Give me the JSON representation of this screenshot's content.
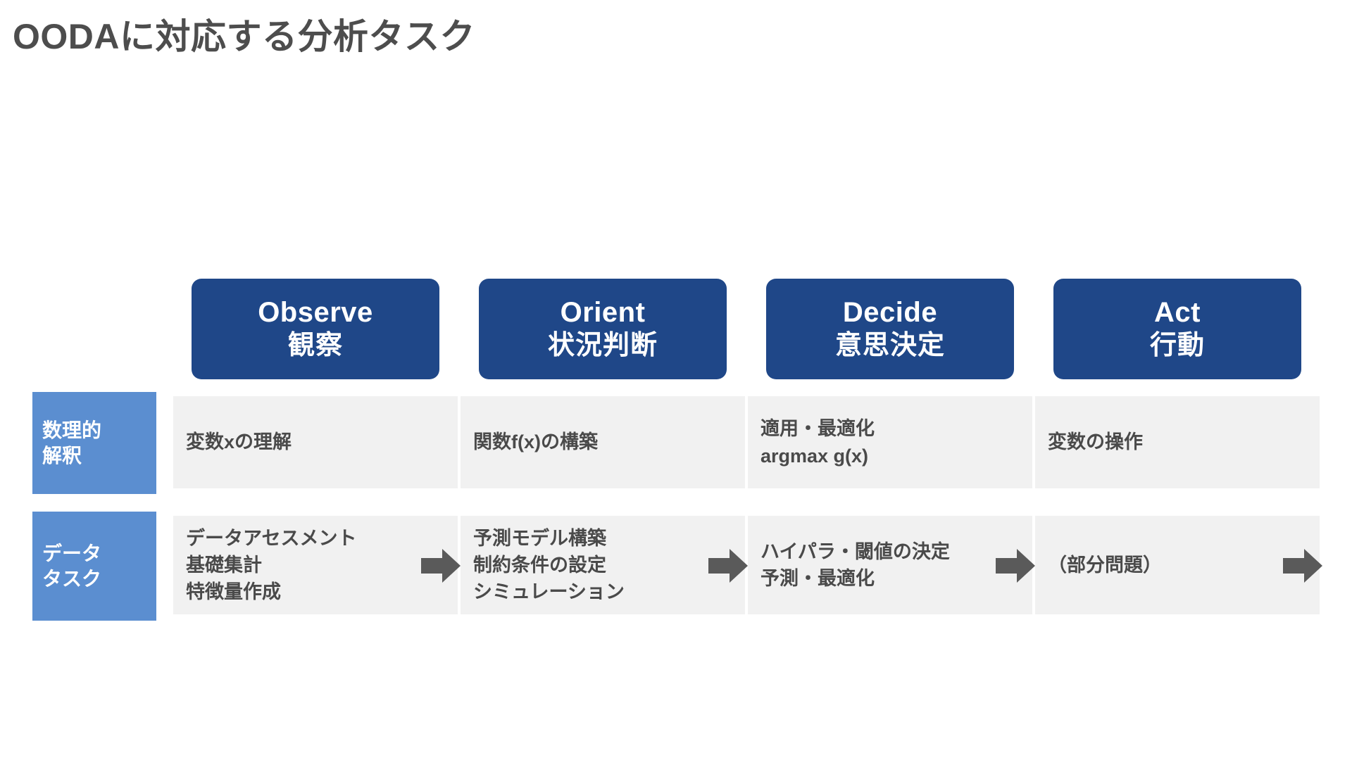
{
  "slide": {
    "title": "OODAに対応する分析タスク",
    "colors": {
      "header_blue": "#1f4788",
      "label_blue": "#5b8ed0",
      "cell_gray": "#f1f1f1",
      "arrow_gray": "#5a5a5a",
      "text_gray": "#4a4a4a",
      "background": "#ffffff"
    }
  },
  "phases": [
    {
      "en": "Observe",
      "ja": "観察"
    },
    {
      "en": "Orient",
      "ja": "状況判断"
    },
    {
      "en": "Decide",
      "ja": "意思決定"
    },
    {
      "en": "Act",
      "ja": "行動"
    }
  ],
  "rows": [
    {
      "label": "数理的\n解釈",
      "label_lines": [
        "数理的",
        "解釈"
      ],
      "cells": [
        {
          "lines": [
            "変数xの理解"
          ]
        },
        {
          "lines": [
            "関数f(x)の構築"
          ]
        },
        {
          "lines": [
            "適用・最適化",
            "argmax g(x)"
          ]
        },
        {
          "lines": [
            "変数の操作"
          ]
        }
      ],
      "arrows": false
    },
    {
      "label": "データ\nタスク",
      "label_lines": [
        "データ",
        "タスク"
      ],
      "cells": [
        {
          "lines": [
            "データアセスメント",
            "基礎集計",
            "特徴量作成"
          ]
        },
        {
          "lines": [
            "予測モデル構築",
            "制約条件の設定",
            "シミュレーション"
          ]
        },
        {
          "lines": [
            "ハイパラ・閾値の決定",
            "予測・最適化"
          ]
        },
        {
          "lines": [
            "（部分問題）"
          ]
        }
      ],
      "arrows": true,
      "arrow_count": 4
    }
  ],
  "icons": {
    "flow_arrow": "right-block-arrow-icon"
  }
}
